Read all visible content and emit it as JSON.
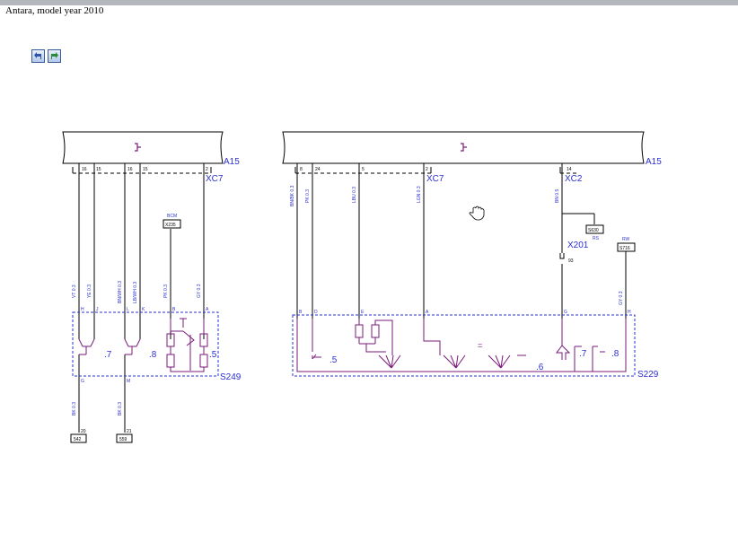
{
  "header": {
    "title": "Antara, model year 2010"
  },
  "toolbar": {
    "back_icon": "back-arrow-icon",
    "forward_icon": "forward-arrow-icon"
  },
  "colors": {
    "wire": "#000000",
    "label_blue": "#2b2fd0",
    "component_purple": "#7a1a7a"
  },
  "left": {
    "module": "A15",
    "connector": "XC7",
    "switch": "S249",
    "pins_top": [
      "16",
      "15",
      "16",
      "15",
      "2"
    ],
    "wires": [
      "VT 0.3",
      "YE 0.3",
      "BN/WH 0.3",
      "LB/WH 0.3",
      "PK 0.3",
      "GY 0.3"
    ],
    "sw_pins_top": [
      "H",
      "J",
      "L",
      "K",
      "B",
      "A"
    ],
    "sw_pins_bottom": [
      "G",
      "M"
    ],
    "contacts": [
      ".7",
      ".8",
      ".5"
    ],
    "bcm_label": "BCM",
    "bcm_box": "X235",
    "ground_wires": [
      "BK 0.3",
      "BK 0.3"
    ],
    "ground_pins": [
      "20",
      "21"
    ],
    "ground_boxes": [
      "542",
      "559"
    ]
  },
  "right": {
    "module": "A15",
    "connector_left": "XC7",
    "connector_right": "XC2",
    "inline_connector": "X201",
    "inline_pin": "93",
    "switch": "S229",
    "pins_top": [
      "8",
      "24",
      "5",
      "2",
      "14"
    ],
    "wires": [
      "BN/BK 0.3",
      "PK 0.3",
      "LBU 0.3",
      "LGN 0.3",
      "BN 0.5",
      "GY 0.3"
    ],
    "sw_pins_top": [
      "B",
      "D",
      "E",
      "A",
      "G",
      "H"
    ],
    "contacts": [
      ".5",
      ".6",
      ".7",
      ".8"
    ],
    "splice_box": "S630",
    "splice_label": "RS",
    "rw_label": "RW",
    "rw_box": "S716"
  }
}
